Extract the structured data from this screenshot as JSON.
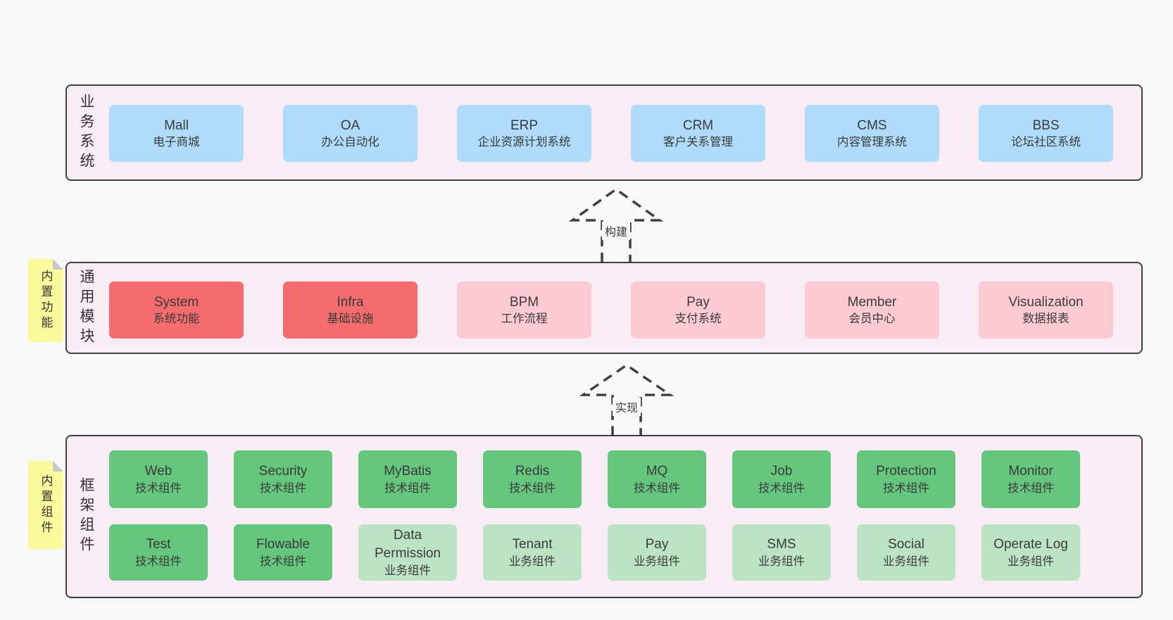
{
  "palette": {
    "page_bg": "#f8f8f8",
    "panel_bg": "#f8edf5",
    "panel_border": "#3f3f3f",
    "business_box": "#aedcfa",
    "core_module_box": "#f56c6e",
    "module_box": "#fccad3",
    "tech_component_box": "#65c67d",
    "biz_component_box": "#bce4c4",
    "sticky_note": "#fafb9d",
    "text": "#3b3b3b"
  },
  "arrows": [
    {
      "label": "构建"
    },
    {
      "label": "实现"
    }
  ],
  "layers": [
    {
      "label": "业务系统",
      "boxes": [
        {
          "name": "Mall",
          "subtitle": "电子商城"
        },
        {
          "name": "OA",
          "subtitle": "办公自动化"
        },
        {
          "name": "ERP",
          "subtitle": "企业资源计划系统"
        },
        {
          "name": "CRM",
          "subtitle": "客户关系管理"
        },
        {
          "name": "CMS",
          "subtitle": "内容管理系统"
        },
        {
          "name": "BBS",
          "subtitle": "论坛社区系统"
        }
      ]
    },
    {
      "label": "通用模块",
      "note": "内置功能",
      "boxes": [
        {
          "name": "System",
          "subtitle": "系统功能"
        },
        {
          "name": "Infra",
          "subtitle": "基础设施"
        },
        {
          "name": "BPM",
          "subtitle": "工作流程"
        },
        {
          "name": "Pay",
          "subtitle": "支付系统"
        },
        {
          "name": "Member",
          "subtitle": "会员中心"
        },
        {
          "name": "Visualization",
          "subtitle": "数据报表"
        }
      ]
    },
    {
      "label": "框架组件",
      "note": "内置组件",
      "rows": [
        [
          {
            "name": "Web",
            "subtitle": "技术组件"
          },
          {
            "name": "Security",
            "subtitle": "技术组件"
          },
          {
            "name": "MyBatis",
            "subtitle": "技术组件"
          },
          {
            "name": "Redis",
            "subtitle": "技术组件"
          },
          {
            "name": "MQ",
            "subtitle": "技术组件"
          },
          {
            "name": "Job",
            "subtitle": "技术组件"
          },
          {
            "name": "Protection",
            "subtitle": "技术组件"
          },
          {
            "name": "Monitor",
            "subtitle": "技术组件"
          }
        ],
        [
          {
            "name": "Test",
            "subtitle": "技术组件"
          },
          {
            "name": "Flowable",
            "subtitle": "技术组件"
          },
          {
            "name": "Data Permission",
            "subtitle": "业务组件"
          },
          {
            "name": "Tenant",
            "subtitle": "业务组件"
          },
          {
            "name": "Pay",
            "subtitle": "业务组件"
          },
          {
            "name": "SMS",
            "subtitle": "业务组件"
          },
          {
            "name": "Social",
            "subtitle": "业务组件"
          },
          {
            "name": "Operate Log",
            "subtitle": "业务组件"
          }
        ]
      ]
    }
  ]
}
